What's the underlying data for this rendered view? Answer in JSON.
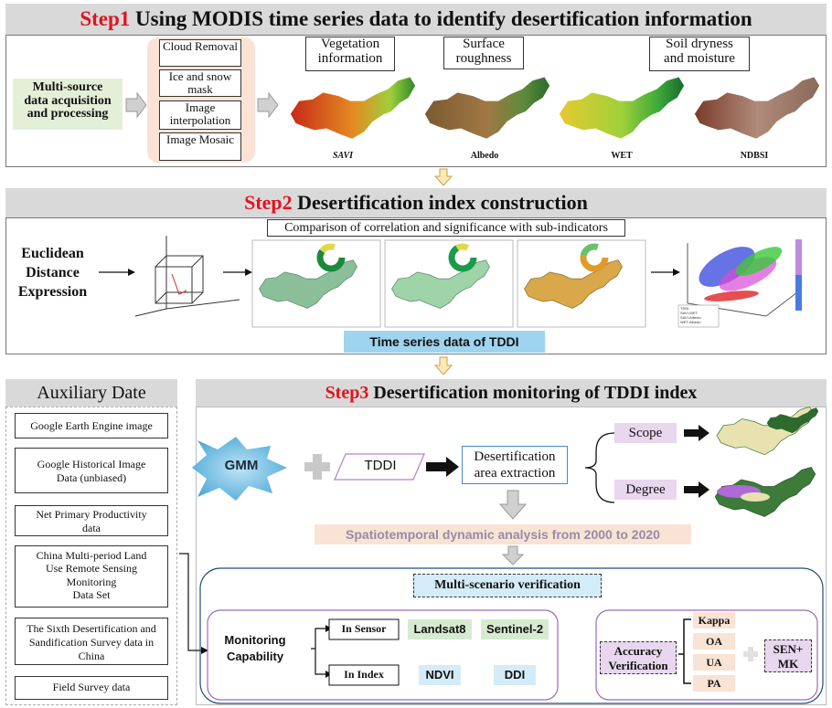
{
  "step1": {
    "step": "Step1",
    "title": "Using MODIS time series data to identify desertification information",
    "source": [
      "Multi-source",
      "data acquisition",
      "and processing"
    ],
    "processes": [
      "Cloud Removal",
      "Ice and snow mask",
      "Image interpolation",
      "Image Mosaic"
    ],
    "headers": [
      [
        "Vegetation",
        "information"
      ],
      [
        "Surface",
        "roughness"
      ],
      [
        "Soil dryness",
        "and moisture"
      ]
    ],
    "maps": [
      "SAVI",
      "Albedo",
      "WET",
      "NDBSI"
    ]
  },
  "step2": {
    "step": "Step2",
    "title": "Desertification index construction",
    "method": [
      "Euclidean",
      "Distance",
      "Expression"
    ],
    "comparison": "Comparison of correlation and significance with sub-indicators",
    "output": "Time series data of TDDI",
    "scatter_legend": [
      "TDDI",
      "SAVI-WET",
      "SAVI-Albedo",
      "WET-Albedo"
    ]
  },
  "aux": {
    "title": "Auxiliary Date",
    "items": [
      [
        "Google Earth Engine image"
      ],
      [
        "Google Historical Image",
        "Data (unbiased)"
      ],
      [
        "Net Primary Productivity",
        "data"
      ],
      [
        "China Multi-period Land",
        "Use Remote Sensing",
        "Monitoring",
        "Data Set"
      ],
      [
        "The Sixth Desertification and",
        "Sandification Survey data in",
        "China"
      ],
      [
        "Field Survey data"
      ]
    ]
  },
  "step3": {
    "step": "Step3",
    "title": "Desertification monitoring of TDDI index",
    "gmm": "GMM",
    "tddi": "TDDI",
    "extraction": [
      "Desertification",
      "area extraction"
    ],
    "scope": "Scope",
    "degree": "Degree",
    "analysis": "Spatiotemporal dynamic analysis from 2000 to 2020",
    "verification": "Multi-scenario verification",
    "monitoring": [
      "Monitoring",
      "Capability"
    ],
    "in_sensor": "In Sensor",
    "in_index": "In Index",
    "landsat": "Landsat8",
    "sentinel": "Sentinel-2",
    "ndvi": "NDVI",
    "ddi": "DDI",
    "accuracy": [
      "Accuracy",
      "Verification"
    ],
    "metrics": [
      "Kappa",
      "OA",
      "UA",
      "PA"
    ],
    "senmk": [
      "SEN+",
      "MK"
    ]
  }
}
